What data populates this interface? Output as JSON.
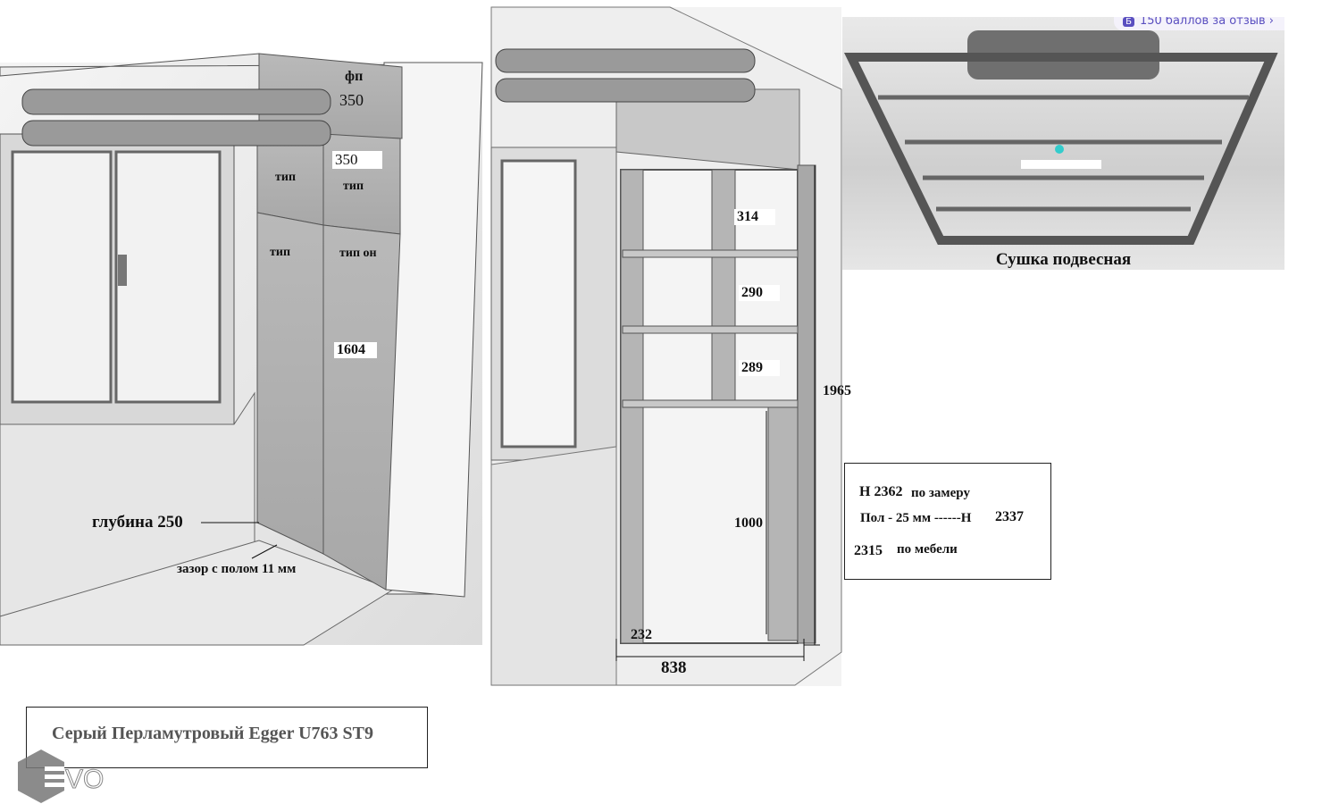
{
  "left_view": {
    "labels": {
      "fp": "фп",
      "top_depth": "350",
      "upper_right_height": "350",
      "upper_left": "тип",
      "upper_right": "тип",
      "lower_left": "тип",
      "lower_right": "тип он",
      "lower_height": "1604",
      "depth": "глубина 250",
      "floor_gap": "зазор с полом 11 мм"
    }
  },
  "right_view": {
    "labels": {
      "shelf1": "314",
      "shelf2": "290",
      "shelf3": "289",
      "lower": "1000",
      "total_height": "1965",
      "depth": "232",
      "width": "838"
    }
  },
  "photo": {
    "badge": "150 баллов за отзыв",
    "badge_icon": "Б",
    "caption": "Сушка подвесная"
  },
  "note": {
    "line1_value": "H 2362",
    "line1_text": "по замеру",
    "line2": "Пол - 25 мм ------H",
    "line2_value": "2337",
    "line3_value": "2315",
    "line3_text": "по мебели"
  },
  "material": {
    "label": "Серый Перламутровый Egger U763 ST9",
    "logo": "EVO"
  }
}
